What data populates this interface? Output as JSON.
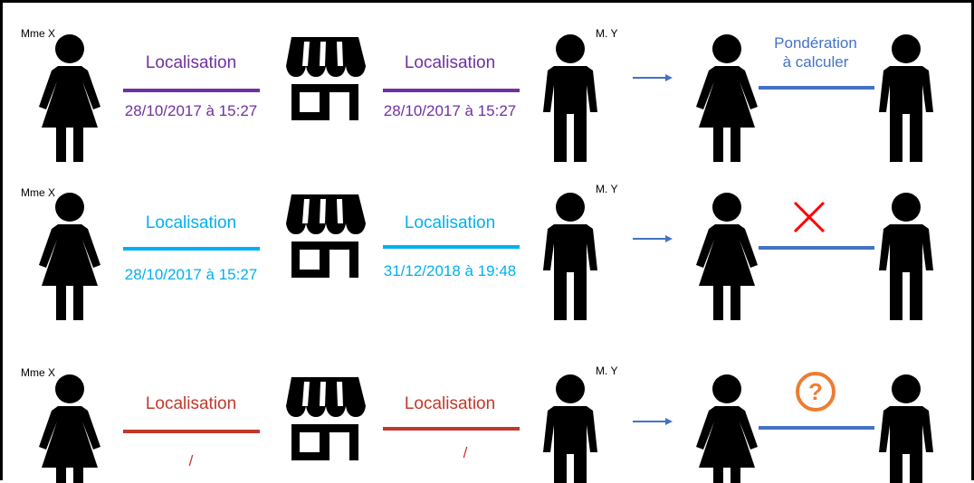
{
  "colors": {
    "row1": "#7030a0",
    "row2": "#00b0f0",
    "row3": "#c0392b",
    "link": "#4472c4",
    "cross": "#ff0000",
    "question": "#ed7d31",
    "figure": "#000000"
  },
  "icons": [
    "woman-icon",
    "store-icon",
    "man-icon",
    "arrow-right-icon",
    "cross-icon",
    "question-mark-icon"
  ],
  "rows": [
    {
      "woman_label": "Mme X",
      "man_label": "M. Y",
      "left_label": "Localisation",
      "left_date": "28/10/2017 à 15:27",
      "right_label": "Localisation",
      "right_date": "28/10/2017 à 15:27",
      "result_line1": "Pondération",
      "result_line2": "à calculer"
    },
    {
      "woman_label": "Mme X",
      "man_label": "M. Y",
      "left_label": "Localisation",
      "left_date": "28/10/2017 à 15:27",
      "right_label": "Localisation",
      "right_date": "31/12/2018 à 19:48"
    },
    {
      "woman_label": "Mme X",
      "man_label": "M. Y",
      "left_label": "Localisation",
      "left_date": "/",
      "right_label": "Localisation",
      "right_date": "/"
    }
  ]
}
